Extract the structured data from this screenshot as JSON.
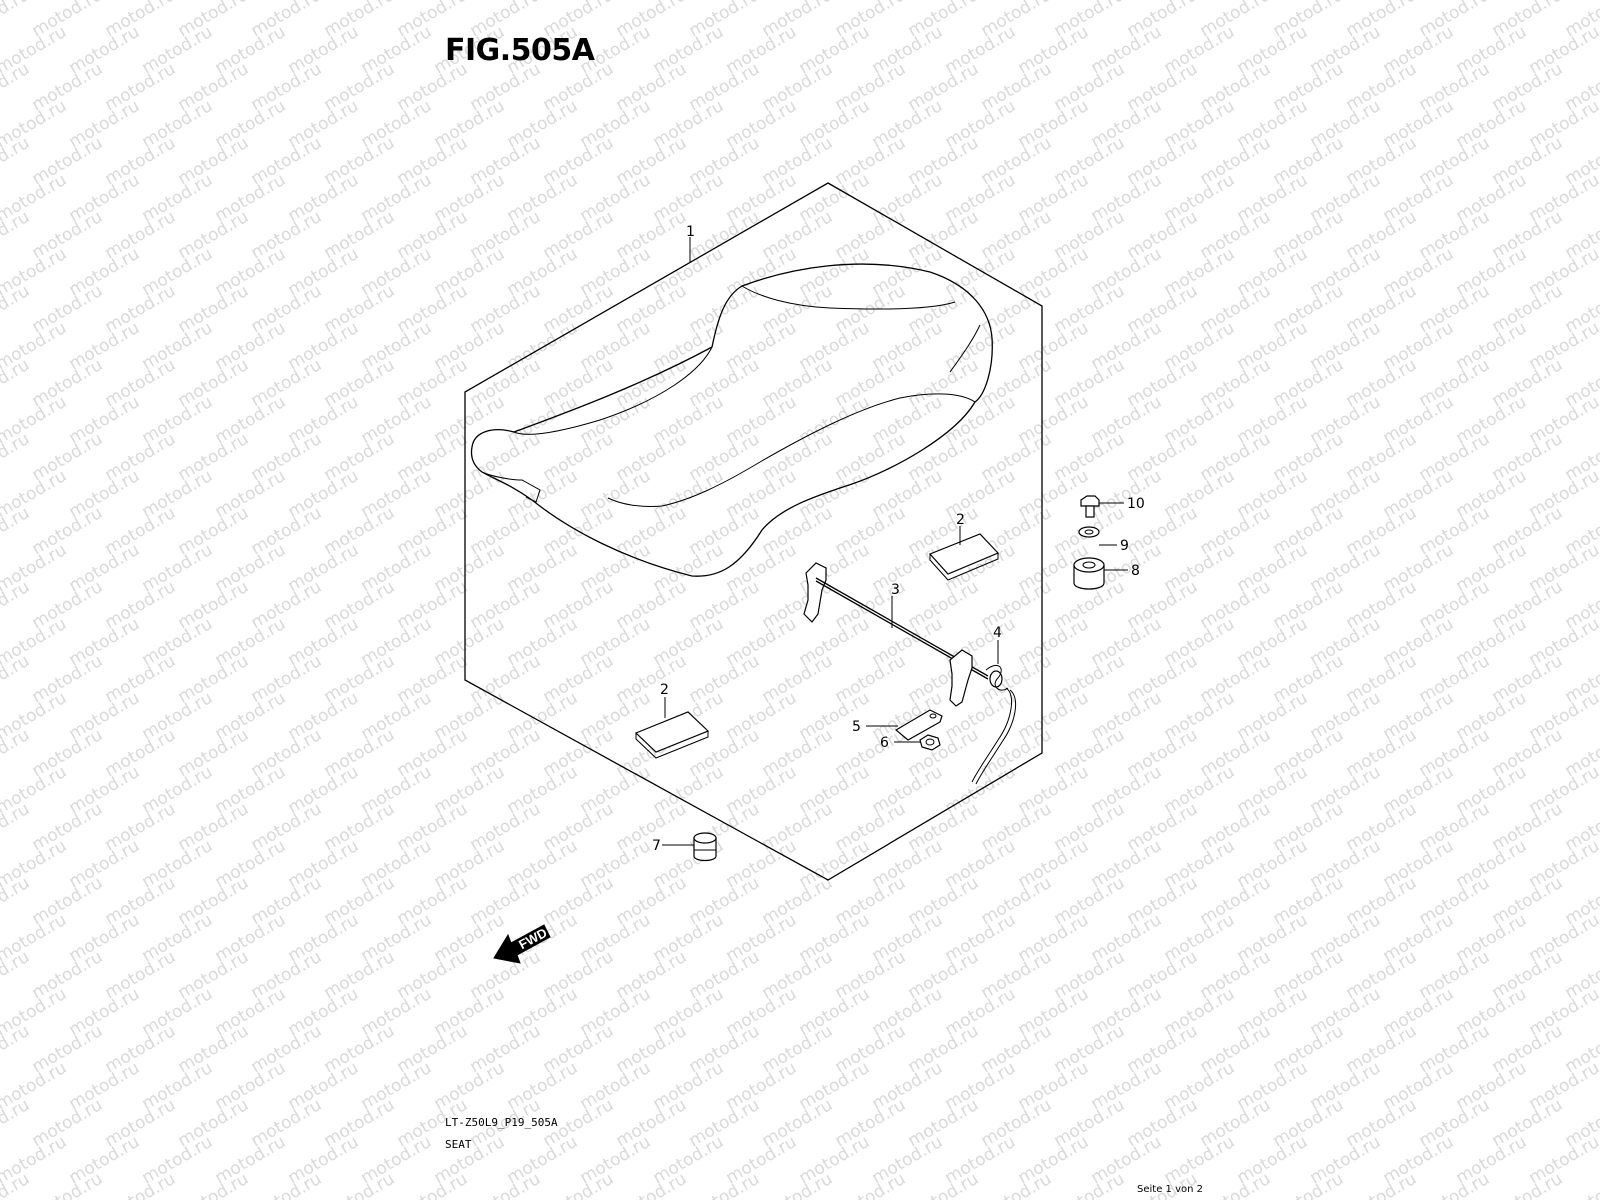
{
  "figure": {
    "title": "FIG.505A",
    "code": "LT-Z50L9_P19_505A",
    "name": "SEAT"
  },
  "watermark": {
    "text": "motod.ru",
    "color": "#d9d9d9"
  },
  "direction_marker": {
    "label": "FWD"
  },
  "pagination": {
    "text": "Seite 1 von 2"
  },
  "callouts": [
    {
      "id": "c1",
      "label": "1"
    },
    {
      "id": "c2a",
      "label": "2"
    },
    {
      "id": "c2b",
      "label": "2"
    },
    {
      "id": "c3",
      "label": "3"
    },
    {
      "id": "c4",
      "label": "4"
    },
    {
      "id": "c5",
      "label": "5"
    },
    {
      "id": "c6",
      "label": "6"
    },
    {
      "id": "c7",
      "label": "7"
    },
    {
      "id": "c8",
      "label": "8"
    },
    {
      "id": "c9",
      "label": "9"
    },
    {
      "id": "c10",
      "label": "10"
    }
  ]
}
